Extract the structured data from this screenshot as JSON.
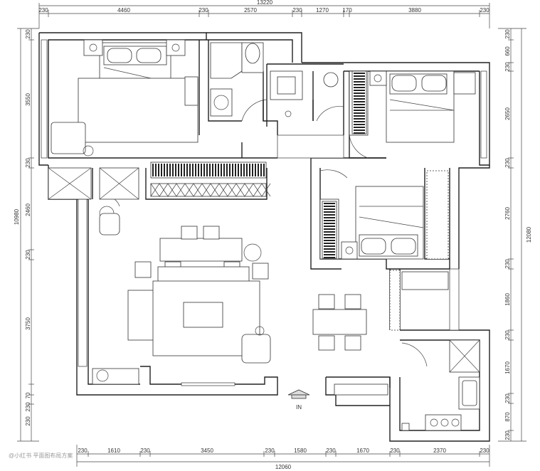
{
  "dims": {
    "top_total": "13220",
    "top_segments": [
      "230",
      "4460",
      "230",
      "2570",
      "230",
      "1270",
      "170",
      "3880",
      "230"
    ],
    "bottom_total": "12060",
    "bottom_segments": [
      "230",
      "1610",
      "230",
      "3450",
      "230",
      "1580",
      "230",
      "1670",
      "230",
      "2370",
      "230"
    ],
    "left_total": "10980",
    "left_segments": [
      "230",
      "3550",
      "230",
      "2460",
      "230",
      "3750",
      "70",
      "230",
      "230"
    ],
    "right_total": "12080",
    "right_segments": [
      "230",
      "660",
      "230",
      "2650",
      "230",
      "2760",
      "230",
      "1860",
      "230",
      "1670",
      "230",
      "870",
      "230"
    ]
  },
  "labels": {
    "entry": "IN"
  },
  "watermark": "@小红书 平面图布局方案"
}
